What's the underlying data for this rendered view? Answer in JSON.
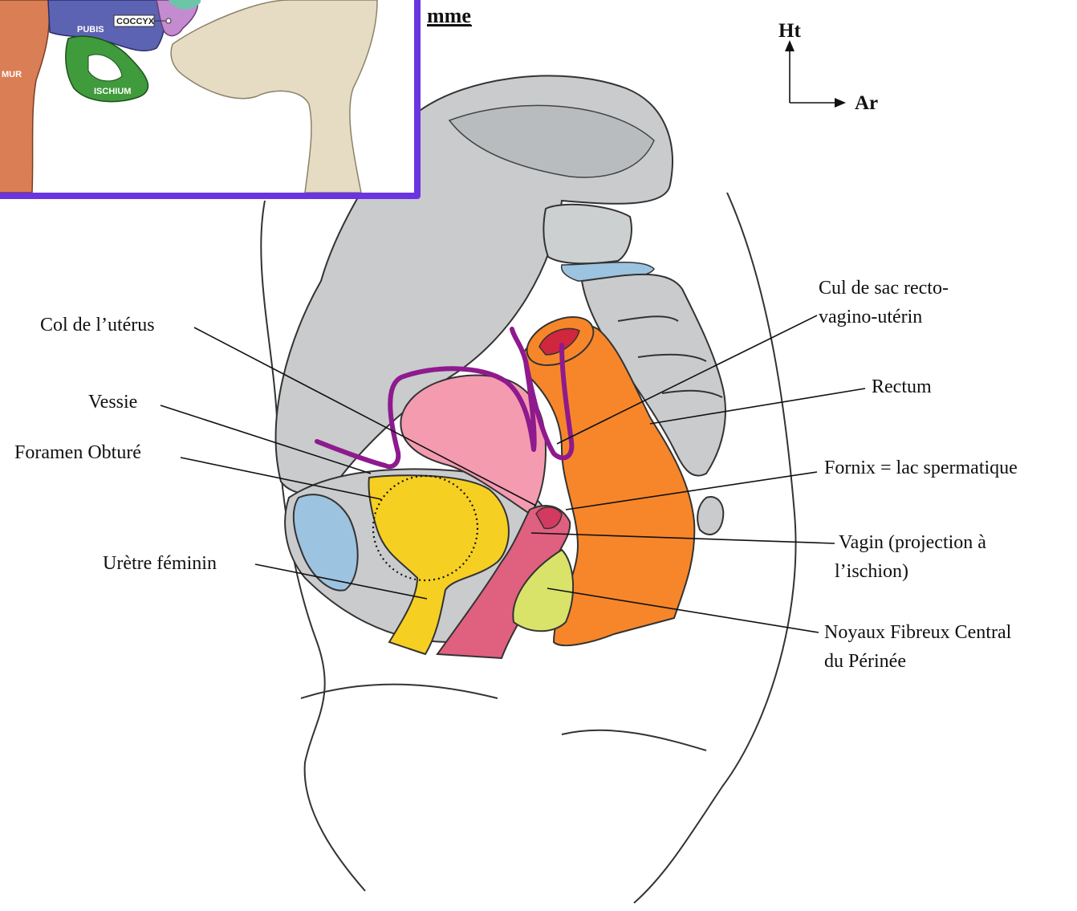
{
  "title_fragment": "mme",
  "orientation": {
    "up": "Ht",
    "back": "Ar"
  },
  "inset": {
    "labels": {
      "pubis": "PUBIS",
      "coccyx": "COCCYX",
      "ischium": "ISCHIUM",
      "femur": "MUR"
    },
    "frame_color": "#6a35e0"
  },
  "labels": {
    "col_uterus": "Col de l’utérus",
    "vessie": "Vessie",
    "foramen": "Foramen Obturé",
    "uretre": "Urètre féminin",
    "cul_de_sac_1": "Cul de sac recto-",
    "cul_de_sac_2": "vagino-utérin",
    "rectum": "Rectum",
    "fornix": "Fornix = lac spermatique",
    "vagin_1": "Vagin (projection à",
    "vagin_2": "l’ischion)",
    "noyaux_1": "Noyaux Fibreux Central",
    "noyaux_2": "du Périnée"
  },
  "colors": {
    "bone": "#c9cbcc",
    "bladder": "#f49bb0",
    "vagina": "#e0607f",
    "rectum": "#f7862a",
    "urethra": "#f6cf23",
    "perineal_body": "#d9e36a",
    "pubis_blue": "#9cc3df",
    "peritoneum": "#8e1a8e",
    "inset_pubis": "#5d63b3",
    "inset_ischium": "#3f9b3c",
    "inset_femur": "#d97e55",
    "inset_coccyx": "#c48bd1",
    "inset_bone": "#e5dcc3"
  }
}
